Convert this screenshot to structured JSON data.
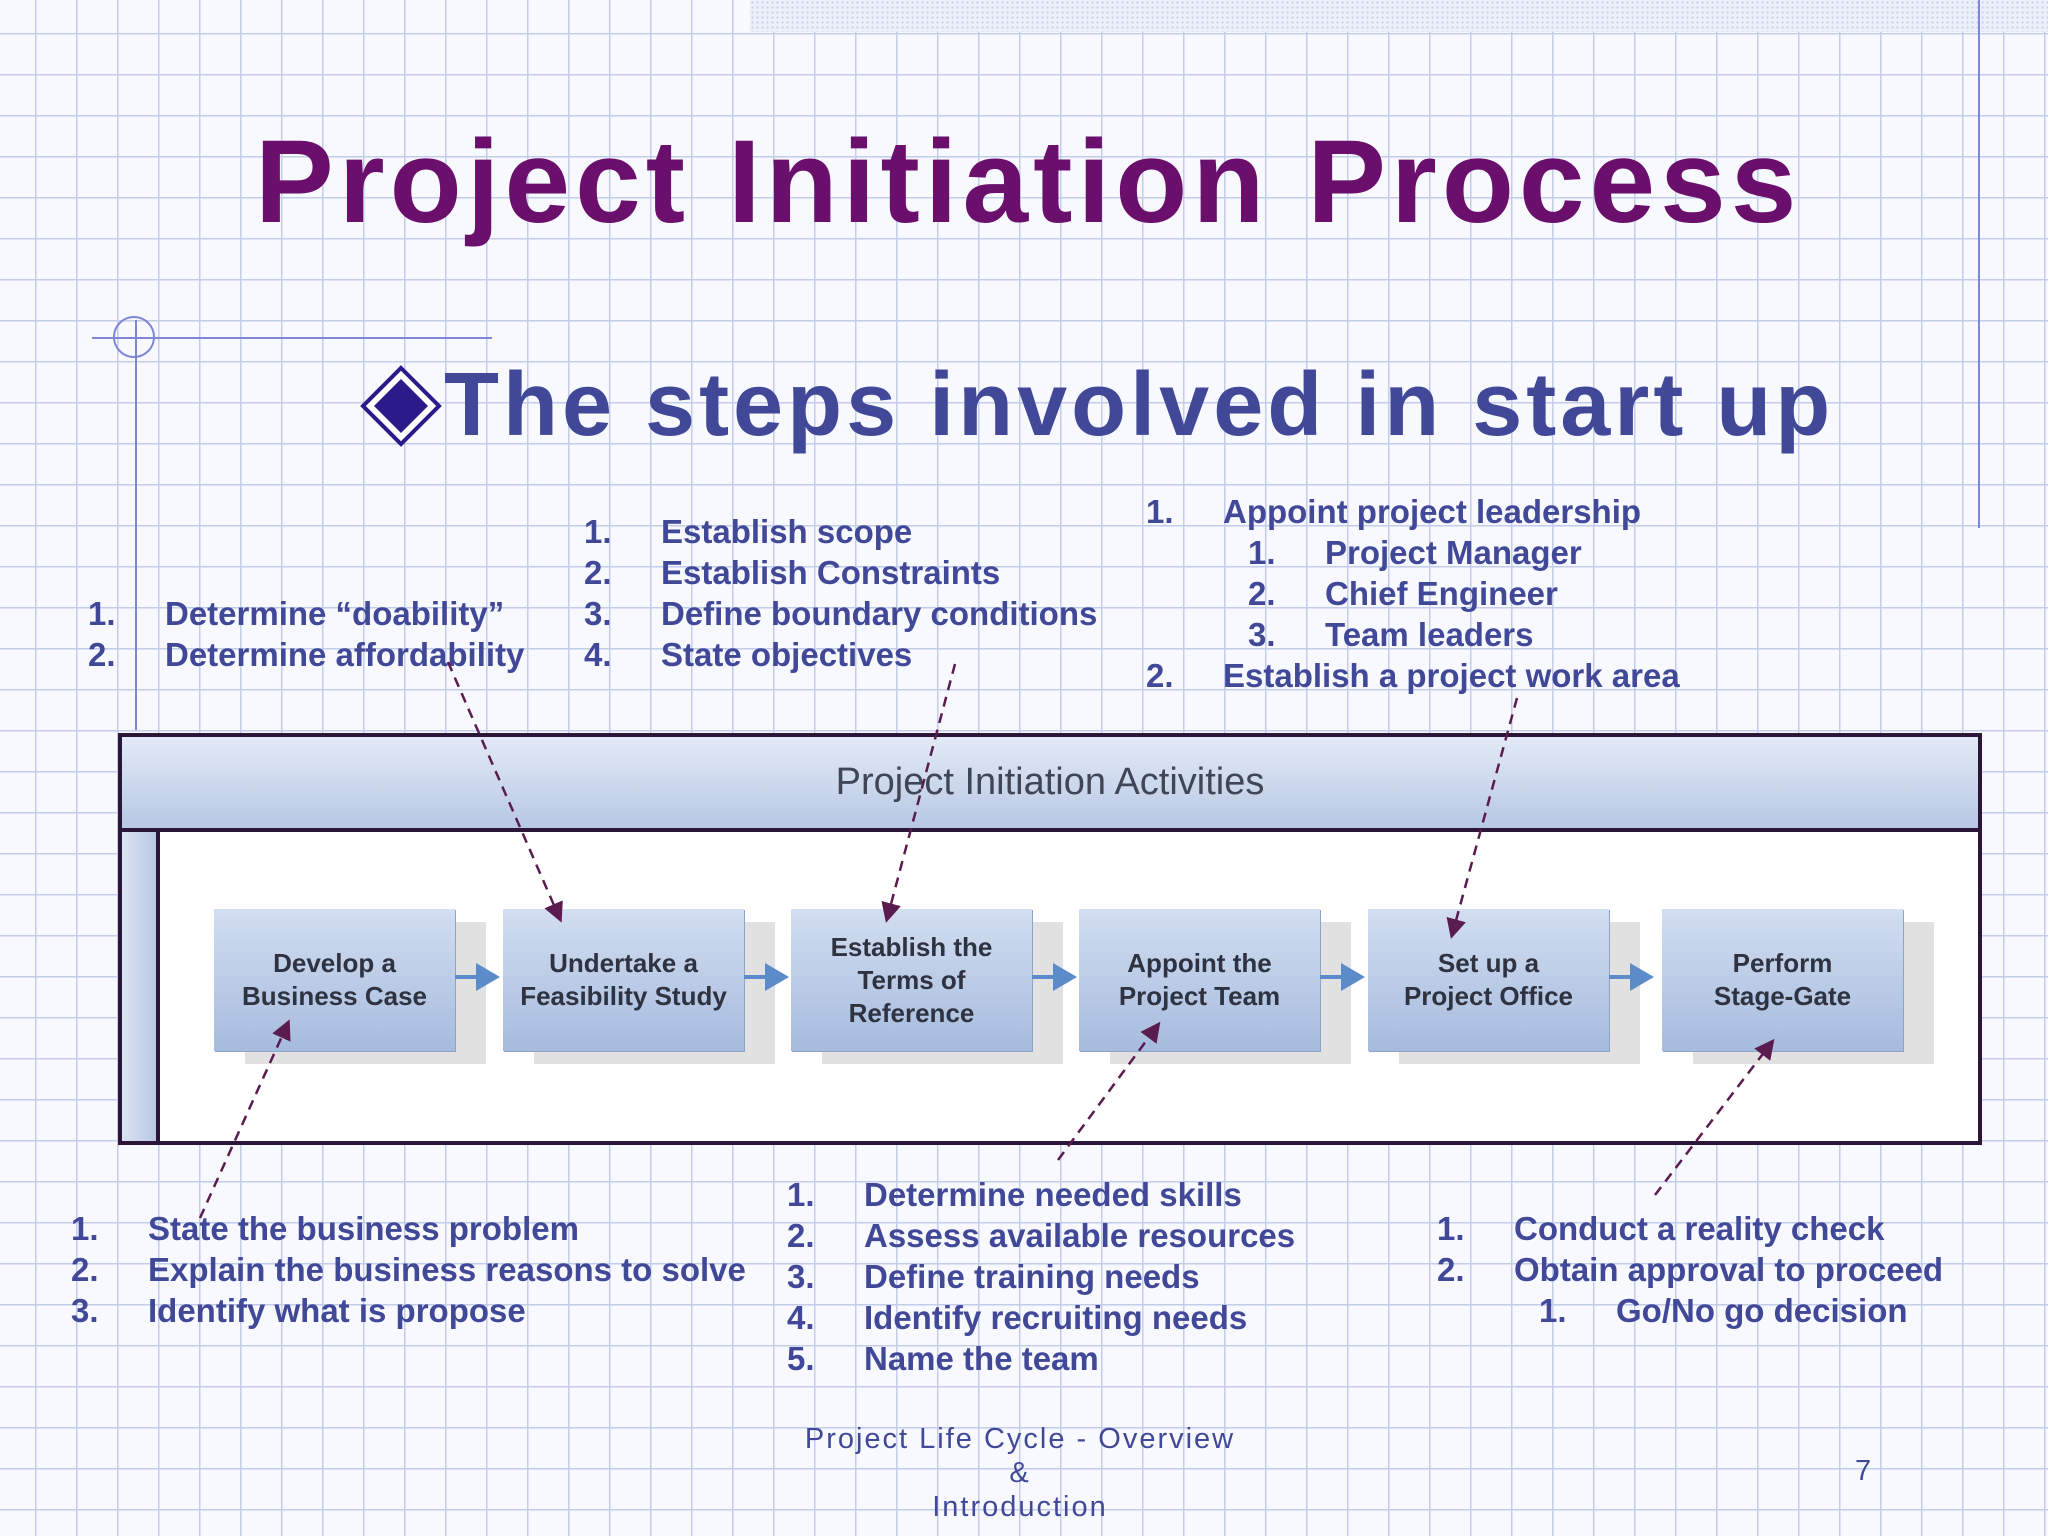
{
  "slide": {
    "title": "Project Initiation Process",
    "subtitle": "The steps involved in start up",
    "footer_line1": "Project Life Cycle - Overview &",
    "footer_line2": "Introduction",
    "page_number": "7"
  },
  "diagram": {
    "title": "Project Initiation Activities",
    "steps": [
      "Develop a\nBusiness Case",
      "Undertake a\nFeasibility Study",
      "Establish the\nTerms of\nReference",
      "Appoint the\nProject Team",
      "Set up a\nProject Office",
      "Perform\nStage-Gate"
    ]
  },
  "notes": {
    "feasibility": [
      {
        "num": "1.",
        "text": "Determine “doability”"
      },
      {
        "num": "2.",
        "text": "Determine affordability"
      }
    ],
    "terms": [
      {
        "num": "1.",
        "text": "Establish scope"
      },
      {
        "num": "2.",
        "text": "Establish Constraints"
      },
      {
        "num": "3.",
        "text": "Define boundary conditions"
      },
      {
        "num": "4.",
        "text": "State objectives"
      }
    ],
    "office": [
      {
        "num": "1.",
        "text": "Appoint project leadership"
      },
      {
        "num": "1.",
        "text": "Project Manager",
        "sub": true
      },
      {
        "num": "2.",
        "text": "Chief Engineer",
        "sub": true
      },
      {
        "num": "3.",
        "text": "Team leaders",
        "sub": true
      },
      {
        "num": "2.",
        "text": "Establish a project work area"
      }
    ],
    "business_case": [
      {
        "num": "1.",
        "text": "State the business problem"
      },
      {
        "num": "2.",
        "text": "Explain the business reasons to solve"
      },
      {
        "num": "3.",
        "text": "Identify what is propose"
      }
    ],
    "team": [
      {
        "num": "1.",
        "text": "Determine needed skills"
      },
      {
        "num": "2.",
        "text": "Assess available resources"
      },
      {
        "num": "3.",
        "text": "Define training needs"
      },
      {
        "num": "4.",
        "text": "Identify recruiting needs"
      },
      {
        "num": "5.",
        "text": "Name the team"
      }
    ],
    "stage_gate": [
      {
        "num": "1.",
        "text": "Conduct a reality check"
      },
      {
        "num": "2.",
        "text": "Obtain approval to proceed"
      },
      {
        "num": "1.",
        "text": "Go/No go decision",
        "sub": true
      }
    ]
  },
  "colors": {
    "title": "#6a0f6b",
    "text": "#414897",
    "grid": "#c3cdea",
    "connector": "#5a1b4f",
    "flow_arrow": "#5b8bc9"
  }
}
